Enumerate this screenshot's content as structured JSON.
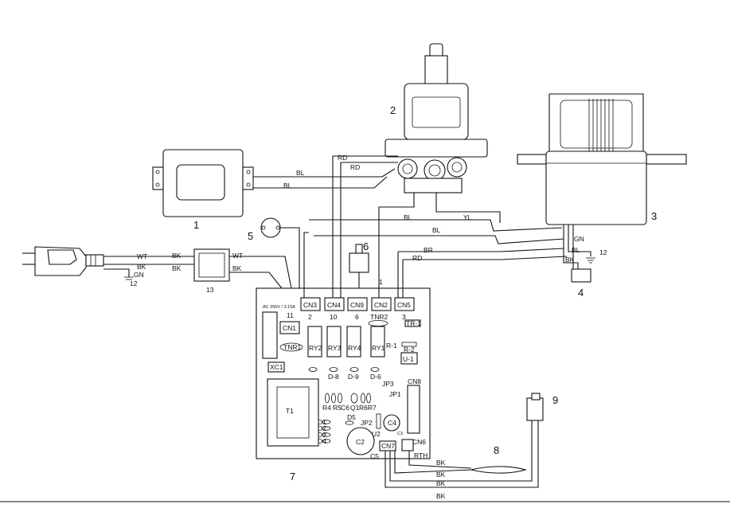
{
  "callouts": {
    "filter": "1",
    "switch": "2",
    "motor": "3",
    "ground_terminal": "4",
    "thermostat": "5",
    "connector": "6",
    "control_board": "7",
    "sensor": "8",
    "sensor_plug": "9",
    "board_label": "11",
    "ground_screw": "12",
    "plug_ground": "12",
    "noise_filter": "13"
  },
  "wire_labels": {
    "rd1": "RD",
    "rd2": "RD",
    "bl1": "BL",
    "bl2": "BL",
    "bl3": "BL",
    "bl4": "BL",
    "yl": "YL",
    "br": "BR",
    "rd3": "RD",
    "gn_motor": "GN",
    "bl_motor": "BL",
    "bk_motor": "BK",
    "wt1": "WT",
    "bk1": "BK",
    "gn_plug": "GN",
    "bk_in1": "BK",
    "bk_in2": "BK",
    "wt_out": "WT",
    "bk_out": "BK",
    "bk_s1": "BK",
    "bk_s2": "BK",
    "bk_s3": "BK",
    "bk_s4": "BK"
  },
  "connectors": {
    "cn3": "CN3",
    "cn4": "CN4",
    "cn9": "CN9",
    "cn2": "CN2",
    "cn5": "CN5",
    "cn1": "CN1",
    "cn7": "CN7",
    "cn6": "CN6",
    "cn8": "CN8"
  },
  "connector_numbers": {
    "cn3": "2",
    "cn4": "10",
    "cn9": "6",
    "cn2": "1",
    "cn5": "3"
  },
  "board": {
    "fuse_rating": "AC 250V / 3.15A",
    "tnr1": "TNR1",
    "tnr2": "TNR2",
    "tr1": "TR-1",
    "ry2": "RY2",
    "ry3": "RY3",
    "ry4": "RY4",
    "ry1": "RY1",
    "r1": "R-1",
    "r2": "R-2",
    "u1": "U-1",
    "xc1": "XC1",
    "d8": "D-8",
    "d9": "D-9",
    "d6": "D-6",
    "jp3": "JP3",
    "jp1": "JP1",
    "jp2": "JP2",
    "r4": "R4",
    "r5": "R5",
    "c6": "C6",
    "q1": "Q1",
    "r6r7": "R6R7",
    "t1": "T1",
    "d1": "D1",
    "d2": "D2",
    "d3": "D3",
    "d4": "D4",
    "d5": "D5",
    "c4": "C4",
    "c2": "C2",
    "u2": "U2",
    "c3": "C3",
    "c5": "C5",
    "rth": "RTH"
  }
}
